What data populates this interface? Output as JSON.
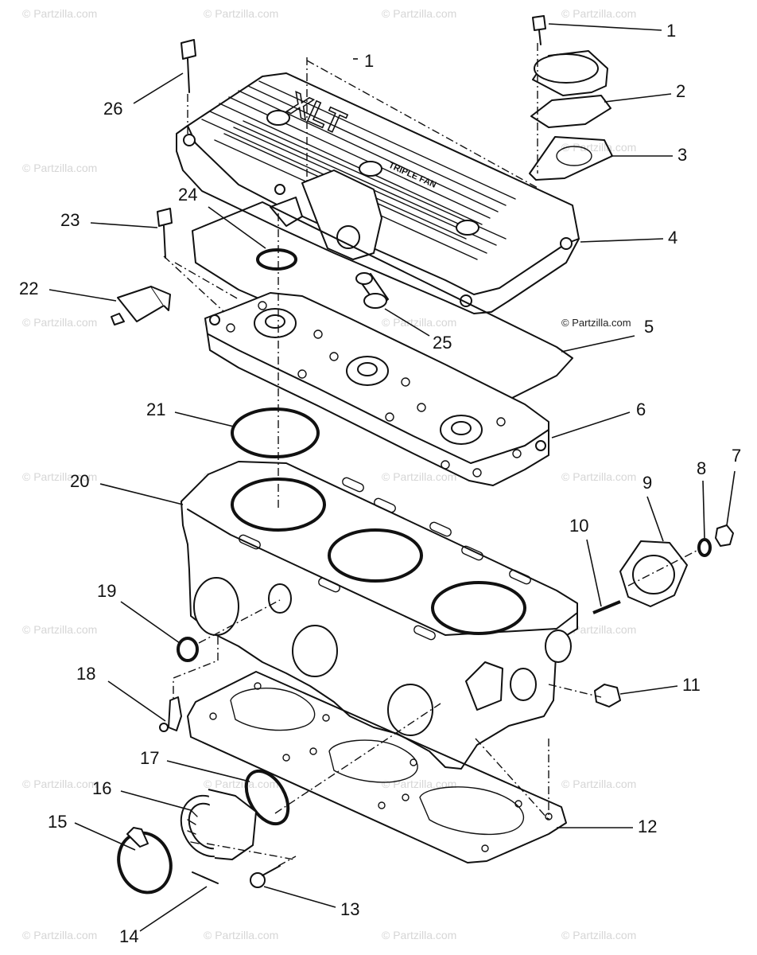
{
  "watermark_text": "© Partzilla.com",
  "copyright_text": "© Partzilla.com",
  "cover_emboss": "XLT",
  "cover_subtext": "TRIPLE FAN",
  "section_mark": "1",
  "callouts": [
    {
      "label": "1"
    },
    {
      "label": "2"
    },
    {
      "label": "3"
    },
    {
      "label": "4"
    },
    {
      "label": "5"
    },
    {
      "label": "6"
    },
    {
      "label": "7"
    },
    {
      "label": "8"
    },
    {
      "label": "9"
    },
    {
      "label": "10"
    },
    {
      "label": "11"
    },
    {
      "label": "12"
    },
    {
      "label": "13"
    },
    {
      "label": "14"
    },
    {
      "label": "15"
    },
    {
      "label": "16"
    },
    {
      "label": "17"
    },
    {
      "label": "18"
    },
    {
      "label": "19"
    },
    {
      "label": "20"
    },
    {
      "label": "21"
    },
    {
      "label": "22"
    },
    {
      "label": "23"
    },
    {
      "label": "24"
    },
    {
      "label": "25"
    },
    {
      "label": "26"
    }
  ]
}
